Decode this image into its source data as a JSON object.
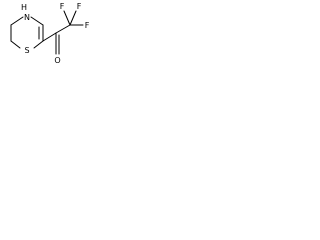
{
  "molecule": {
    "atoms": {
      "nh": "H",
      "n": "N",
      "s": "S",
      "o": "O",
      "f_top_left": "F",
      "f_top_right": "F",
      "f_right": "F"
    }
  }
}
